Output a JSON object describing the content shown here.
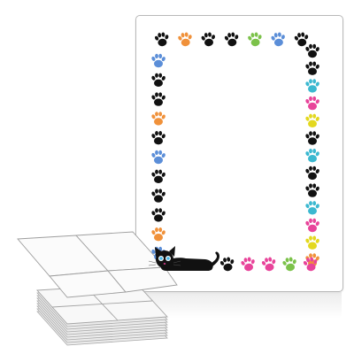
{
  "colors": {
    "black": "#111111",
    "orange": "#f0913a",
    "blue": "#5b8ed8",
    "green": "#7cc24a",
    "teal": "#3bb8d0",
    "pink": "#e8449a",
    "yellow": "#e3d81e",
    "sheet_border": "#b9b9b9",
    "card_fill": "#f4f4f4",
    "card_stroke": "#9a9a9a",
    "cat_eye": "#42b6e8"
  },
  "frame": {
    "top_row": [
      "black",
      "orange",
      "black",
      "black",
      "green",
      "blue",
      "black"
    ],
    "left_column": [
      "blue",
      "black",
      "black",
      "orange",
      "black",
      "blue",
      "black",
      "black",
      "black",
      "orange",
      "blue"
    ],
    "right_column": [
      "black",
      "black",
      "teal",
      "pink",
      "yellow",
      "black",
      "teal",
      "black",
      "black",
      "teal",
      "pink",
      "yellow",
      "orange"
    ],
    "bottom_row": [
      "black",
      "pink",
      "pink",
      "green",
      "pink"
    ]
  },
  "icons": {
    "paw": "paw-print-icon",
    "cat": "black-cat-icon",
    "stack": "folded-card-stack"
  }
}
